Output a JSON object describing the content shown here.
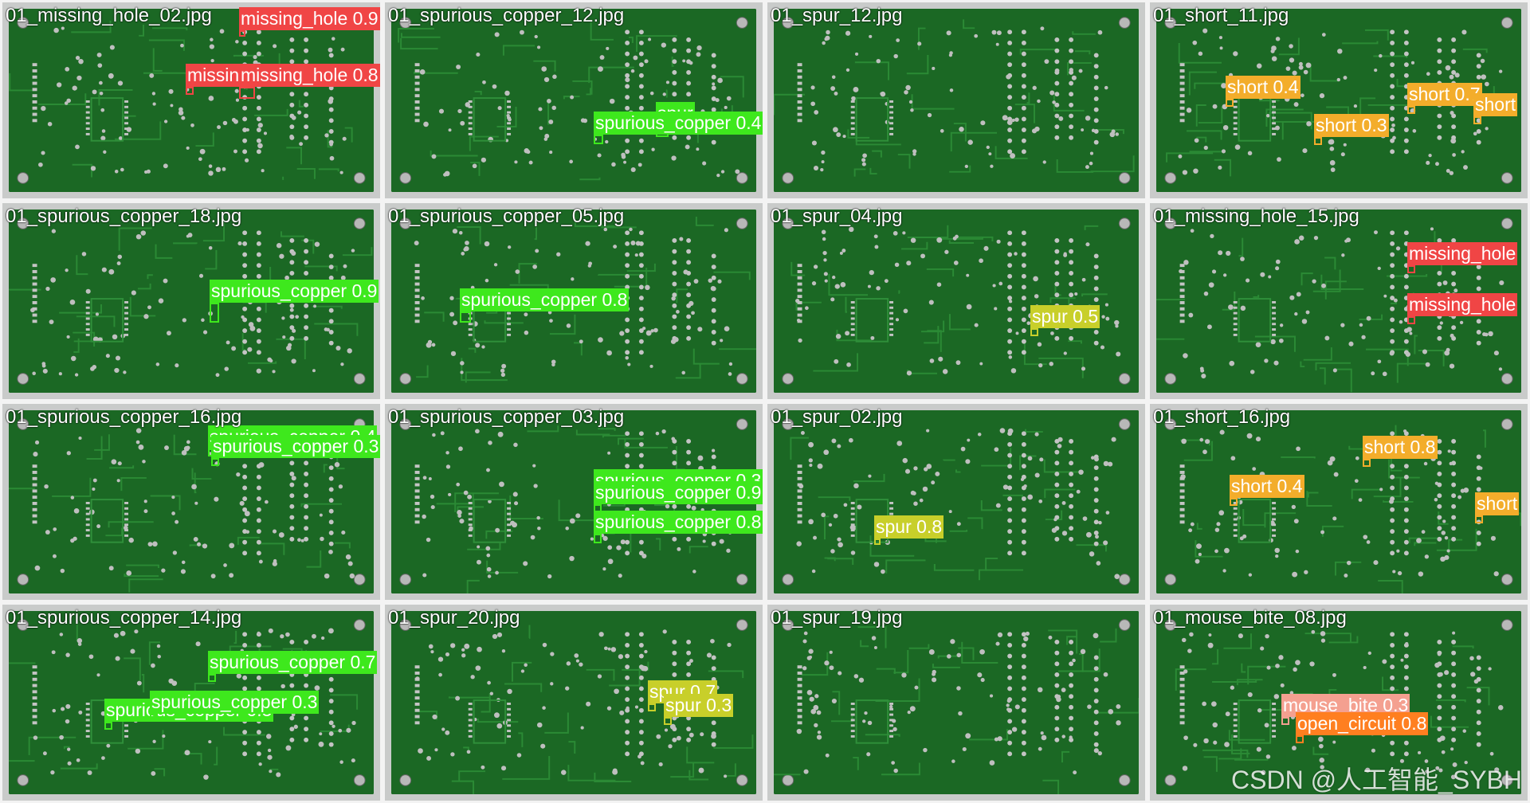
{
  "colors": {
    "missing_hole": "#f04545",
    "spurious_copper": "#3ee81d",
    "spur": "#c8cf2a",
    "short": "#f3ad2b",
    "mouse_bite": "#f4a090",
    "open_circuit": "#ff7f20"
  },
  "tiles": [
    {
      "title": "01_missing_hole_02.jpg",
      "detections": [
        {
          "cls": "missing_hole",
          "text": "missing_hole 0.9"
        },
        {
          "cls": "missing_hole",
          "text": "missing_h"
        },
        {
          "cls": "missing_hole",
          "text": "missing_hole 0.8"
        }
      ]
    },
    {
      "title": "01_spurious_copper_12.jpg",
      "detections": [
        {
          "cls": "spurious_copper",
          "text": "spur"
        },
        {
          "cls": "spurious_copper",
          "text": "spurious_copper 0.4"
        }
      ]
    },
    {
      "title": "01_spur_12.jpg",
      "detections": []
    },
    {
      "title": "01_short_11.jpg",
      "detections": [
        {
          "cls": "short",
          "text": "short 0.4"
        },
        {
          "cls": "short",
          "text": "short 0.7"
        },
        {
          "cls": "short",
          "text": "short"
        },
        {
          "cls": "short",
          "text": "short 0.3"
        }
      ]
    },
    {
      "title": "01_spurious_copper_18.jpg",
      "detections": [
        {
          "cls": "spurious_copper",
          "text": "spurious_copper 0.9"
        }
      ]
    },
    {
      "title": "01_spurious_copper_05.jpg",
      "detections": [
        {
          "cls": "spurious_copper",
          "text": "spurious_copper 0.8"
        }
      ]
    },
    {
      "title": "01_spur_04.jpg",
      "detections": [
        {
          "cls": "spur",
          "text": "spur 0.5"
        }
      ]
    },
    {
      "title": "01_missing_hole_15.jpg",
      "detections": [
        {
          "cls": "missing_hole",
          "text": "missing_hole"
        },
        {
          "cls": "missing_hole",
          "text": "missing_hole"
        }
      ]
    },
    {
      "title": "01_spurious_copper_16.jpg",
      "detections": [
        {
          "cls": "spurious_copper",
          "text": "spurious_copper 0.4"
        },
        {
          "cls": "spurious_copper",
          "text": "spurious_copper 0.3"
        }
      ]
    },
    {
      "title": "01_spurious_copper_03.jpg",
      "detections": [
        {
          "cls": "spurious_copper",
          "text": "spurious_copper 0.3"
        },
        {
          "cls": "spurious_copper",
          "text": "spurious_copper 0.9"
        },
        {
          "cls": "spurious_copper",
          "text": "spurious_copper 0.8"
        }
      ]
    },
    {
      "title": "01_spur_02.jpg",
      "detections": [
        {
          "cls": "spur",
          "text": "spur 0.8"
        }
      ]
    },
    {
      "title": "01_short_16.jpg",
      "detections": [
        {
          "cls": "short",
          "text": "short 0.8"
        },
        {
          "cls": "short",
          "text": "short 0.4"
        },
        {
          "cls": "short",
          "text": "short"
        }
      ]
    },
    {
      "title": "01_spurious_copper_14.jpg",
      "detections": [
        {
          "cls": "spurious_copper",
          "text": "spurious_copper 0.7"
        },
        {
          "cls": "spurious_copper",
          "text": "spurious_copper 0.5"
        },
        {
          "cls": "spurious_copper",
          "text": "spurious_copper 0.3"
        }
      ]
    },
    {
      "title": "01_spur_20.jpg",
      "detections": [
        {
          "cls": "spur",
          "text": "spur 0.7"
        },
        {
          "cls": "spur",
          "text": "spur 0.3"
        }
      ]
    },
    {
      "title": "01_spur_19.jpg",
      "detections": []
    },
    {
      "title": "01_mouse_bite_08.jpg",
      "detections": [
        {
          "cls": "mouse_bite",
          "text": "mouse_bite 0.3"
        },
        {
          "cls": "open_circuit",
          "text": "open_circuit 0.8"
        }
      ]
    }
  ],
  "watermark": "CSDN @人工智能_SYBH"
}
